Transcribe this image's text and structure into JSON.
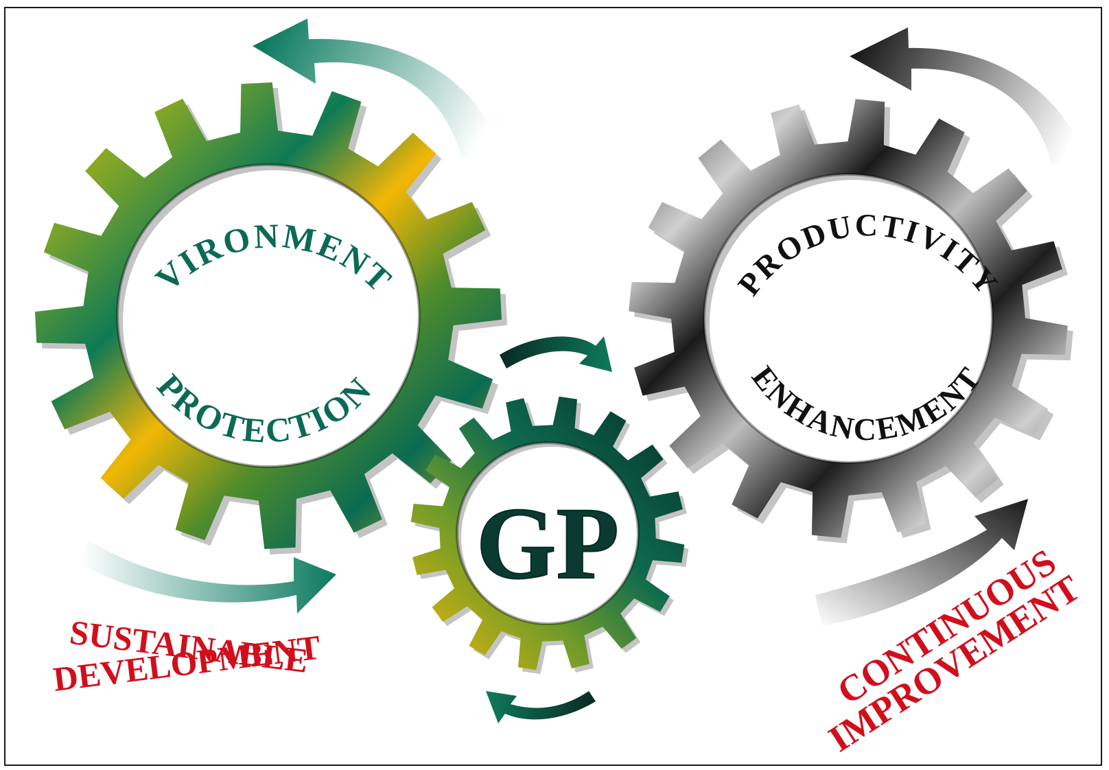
{
  "gears": {
    "environmental": {
      "top_text": "ENVIRONMENTAL",
      "bottom_text": "PROTECTION"
    },
    "productivity": {
      "top_text": "PRODUCTIVITY",
      "bottom_text": "ENHANCEMENT"
    },
    "center": {
      "text": "GP"
    }
  },
  "captions": {
    "sustainable_line1": "SUSTAINABLE",
    "sustainable_line2": "DEVELOPMENT",
    "continuous_line1": "CONTINUOUS",
    "continuous_line2": "IMPROVEMENT"
  },
  "colors": {
    "green_dark": "#0a6b52",
    "gold": "#f2b705",
    "label_green": "#0b6a56",
    "caption_red": "#d10f1c",
    "grey_dark": "#111111",
    "grey_light": "#d8d8d8"
  },
  "icons": {
    "env_arrow": "curved-arrow-left-icon",
    "sustain_arrow": "curved-arrow-right-icon",
    "prod_arrow": "curved-arrow-left-icon",
    "improve_arrow": "curved-arrow-up-right-icon",
    "gp_top_arrow": "curved-arrow-clockwise-icon",
    "gp_bottom_arrow": "curved-arrow-counterclockwise-icon"
  }
}
